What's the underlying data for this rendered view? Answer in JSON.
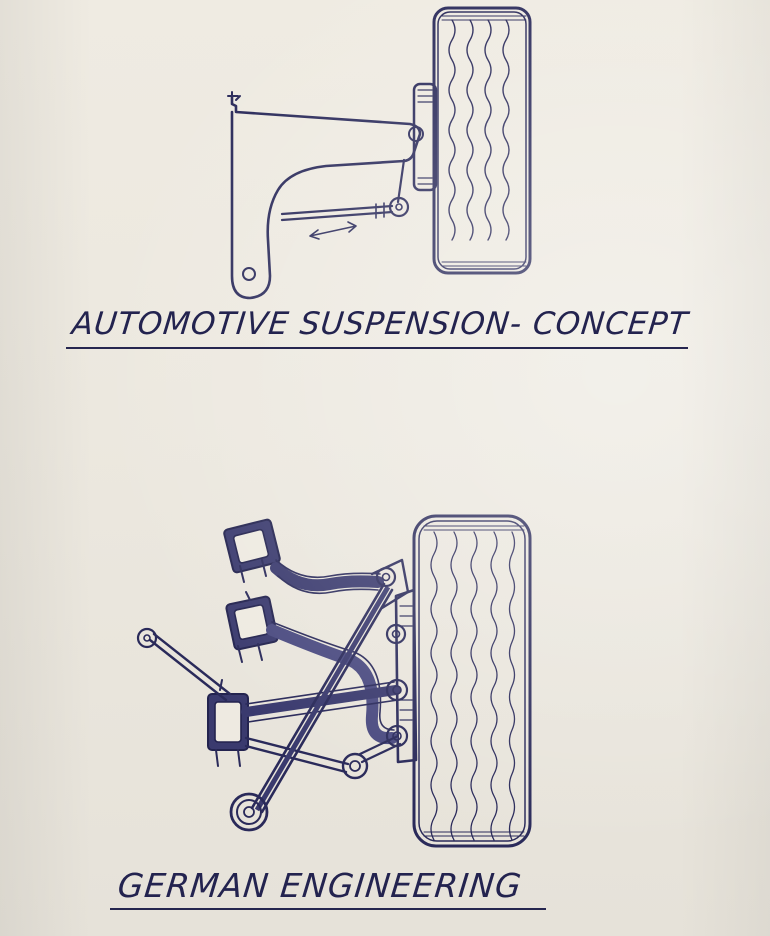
{
  "captions": {
    "top": "AUTOMOTIVE SUSPENSION- CONCEPT",
    "bottom": "GERMAN ENGINEERING"
  },
  "colors": {
    "paper": "#eeeae1",
    "ink": "#2a2a5a"
  },
  "drawings": {
    "top": "simple-suspension-sketch",
    "bottom": "complex-multilink-suspension-sketch"
  }
}
